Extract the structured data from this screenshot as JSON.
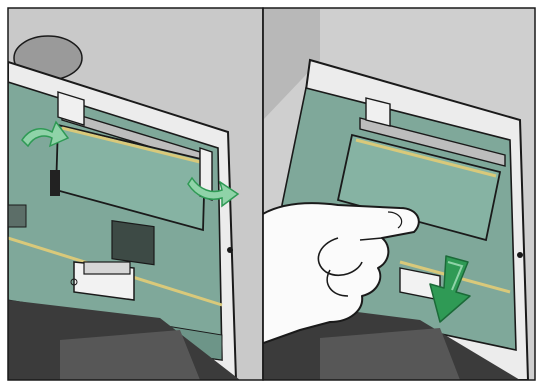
{
  "figure": {
    "panels": [
      {
        "step": "release-side-clips",
        "icons": [
          "left-clip-release-arrow",
          "right-clip-release-arrow"
        ]
      },
      {
        "step": "pull-memory-module-out",
        "icons": [
          "hand",
          "pull-down-arrow"
        ]
      }
    ],
    "colors": {
      "outline": "#1a1a1a",
      "board": "#7fa89a",
      "board_dark": "#5f877a",
      "case_gray": "#c9c9c9",
      "case_light": "#e4e4e4",
      "case_dark": "#a8a8a8",
      "slot_gold": "#d9c97a",
      "arrow_green": "#2f9a55",
      "arrow_green_light": "#8fd3a8",
      "skin": "#fbfbfb"
    }
  }
}
